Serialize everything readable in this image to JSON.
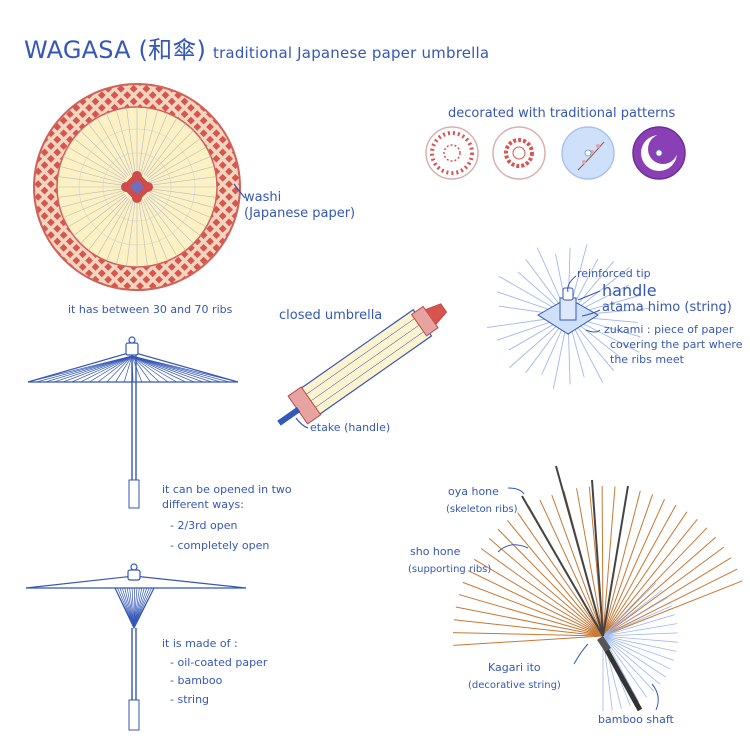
{
  "title": {
    "main": "WAGASA (和傘)",
    "sub": "traditional Japanese paper umbrella"
  },
  "labels": {
    "washi": "washi",
    "washi_note": "(Japanese paper)",
    "ribs": "it has between 30 and 70 ribs",
    "decorated": "decorated with traditional patterns",
    "closed": "closed umbrella",
    "etake": "etake (handle)",
    "reinforced_tip": "reinforced tip",
    "handle": "handle",
    "atama_himo": "atama himo (string)",
    "zukami_1": "zukami : piece of paper",
    "zukami_2": "covering the part where",
    "zukami_3": "the ribs meet",
    "open_1": "it can be opened in two",
    "open_2": "different ways:",
    "open_3": "- 2/3rd open",
    "open_4": "- completely open",
    "made_1": "it is made of :",
    "made_2": "- oil-coated paper",
    "made_3": "- bamboo",
    "made_4": "- string",
    "oya_hone": "oya hone",
    "oya_hone_note": "(skeleton ribs)",
    "sho_hone": "sho hone",
    "sho_hone_note": "(supporting ribs)",
    "kagari_ito": "Kagari ito",
    "kagari_ito_note": "(decorative string)",
    "bamboo_shaft": "bamboo shaft"
  },
  "colors": {
    "ink": "#3557b7",
    "paper": "#fdf6c8",
    "red": "#d9534f",
    "lightblue": "#cfe0fb",
    "purple": "#8a3fb5",
    "rib_orange": "#c77834"
  }
}
